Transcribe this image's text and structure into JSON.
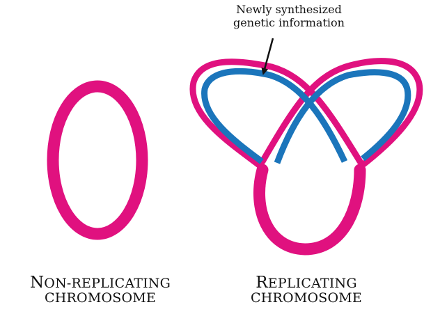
{
  "annotation": {
    "line1": "Newly synthesized",
    "line2": "genetic information"
  },
  "labels": {
    "left": {
      "line1_initial": "N",
      "line1_rest": "ON-REPLICATING",
      "line2": "CHROMOSOME"
    },
    "right": {
      "line1_initial": "R",
      "line1_rest": "EPLICATING",
      "line2": "CHROMOSOME"
    }
  },
  "colors": {
    "parental_strand": "#e0117f",
    "new_strand": "#1b75bb",
    "text": "#111111",
    "arrow": "#111111"
  }
}
